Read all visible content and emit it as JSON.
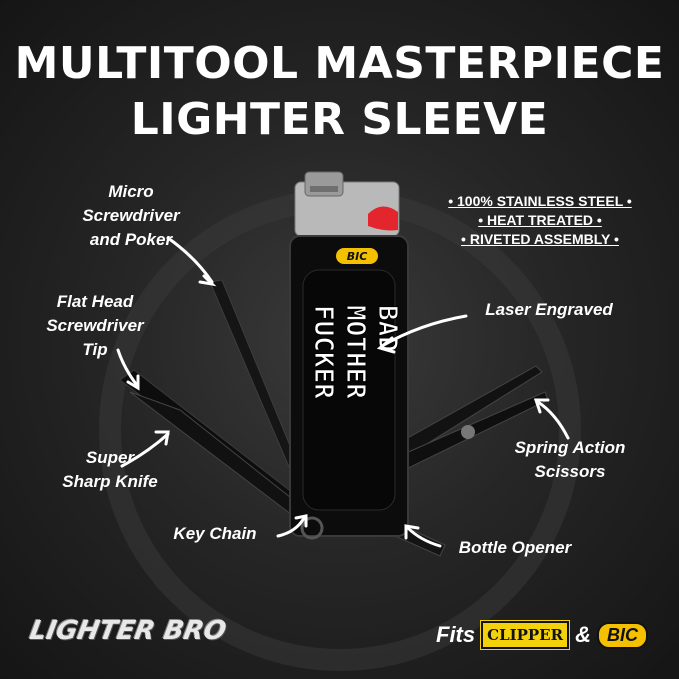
{
  "title": {
    "line1": "MULTITOOL MASTERPIECE",
    "line2": "LIGHTER SLEEVE"
  },
  "features": [
    "• 100% STAINLESS STEEL •",
    "• HEAT TREATED •",
    "• RIVETED ASSEMBLY •"
  ],
  "labels": {
    "micro_screwdriver": [
      "Micro",
      "Screwdriver",
      "and Poker"
    ],
    "flat_head": [
      "Flat Head",
      "Screwdriver",
      "Tip"
    ],
    "knife": [
      "Super",
      "Sharp Knife"
    ],
    "key_chain": "Key Chain",
    "laser": "Laser Engraved",
    "scissors": [
      "Spring Action",
      "Scissors"
    ],
    "bottle_opener": "Bottle Opener"
  },
  "engraving": [
    "BAD",
    "MOTHER",
    "FUCKER"
  ],
  "lighter_brand_text": "BIC",
  "brand_logo": "LIGHTER BRO",
  "fits": {
    "prefix": "Fits",
    "brand1": "CLIPPER",
    "joiner": "&",
    "brand2": "BIC"
  }
}
